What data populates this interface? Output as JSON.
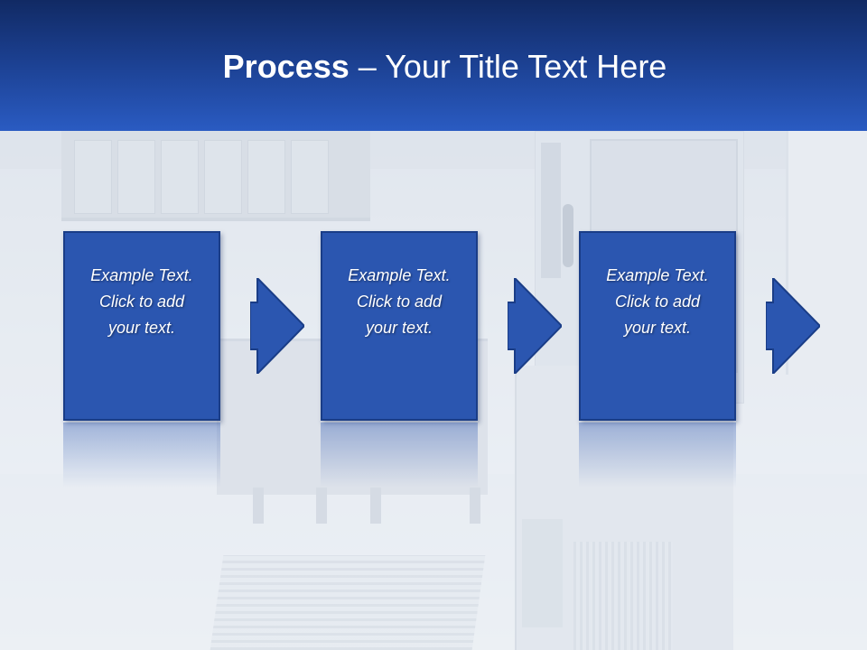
{
  "slide": {
    "title_bold": "Process",
    "title_rest": " – Your Title Text Here"
  },
  "colors": {
    "header_dark": "#112a64",
    "header_light": "#2a5bc2",
    "box_fill": "#2b56b0",
    "box_border": "#1a3d87"
  },
  "icons": {
    "arrow": "right-arrow-icon"
  },
  "steps": [
    {
      "text": "Example Text.\nClick  to add\nyour text."
    },
    {
      "text": "Example Text.\nClick  to add\nyour text."
    },
    {
      "text": "Example Text.\nClick  to add\nyour text."
    }
  ]
}
